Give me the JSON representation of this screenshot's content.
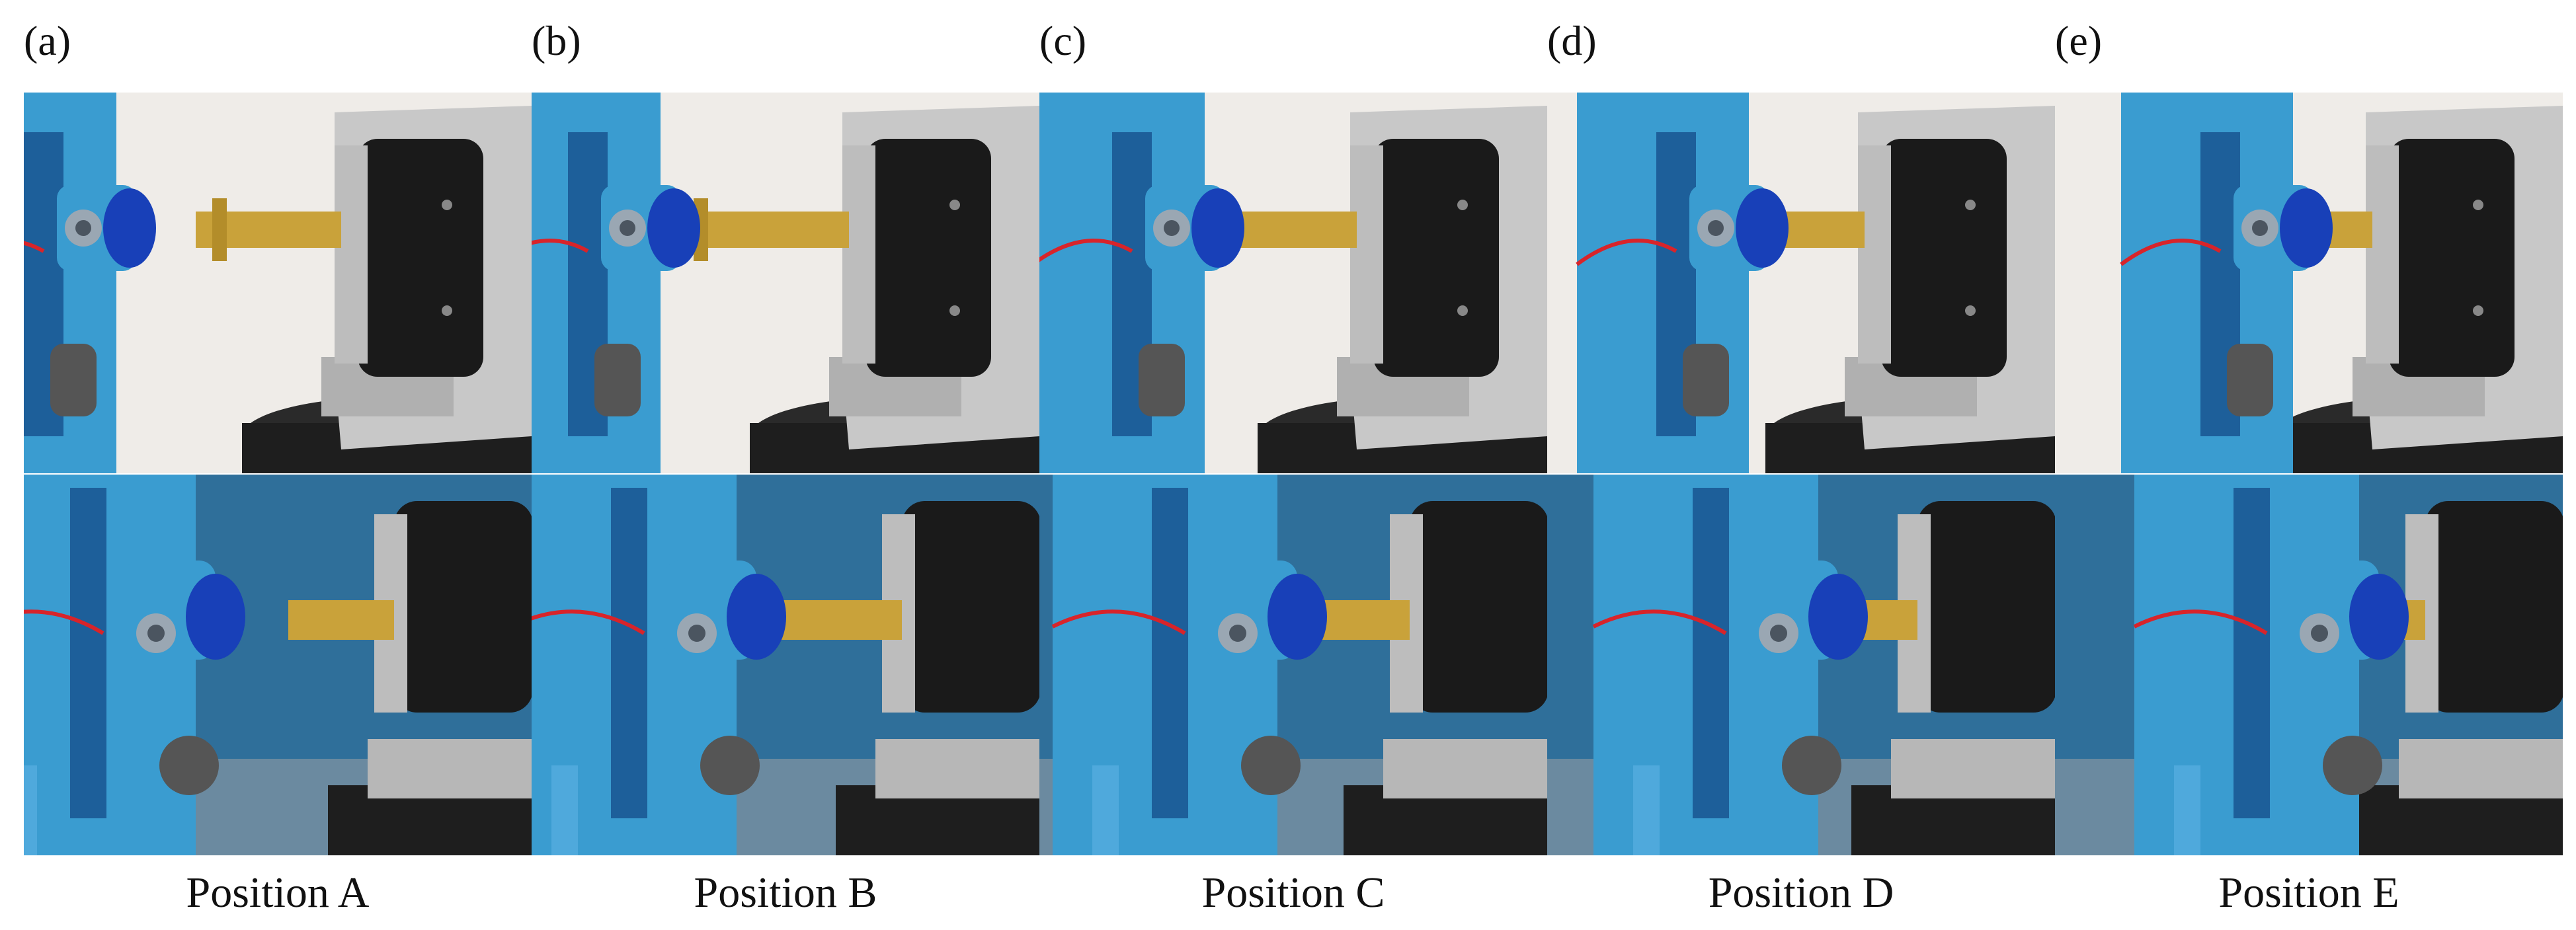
{
  "panels": [
    {
      "label": "(a)",
      "caption": "Position A",
      "insertion": 0.0
    },
    {
      "label": "(b)",
      "caption": "Position B",
      "insertion": 0.25
    },
    {
      "label": "(c)",
      "caption": "Position C",
      "insertion": 0.5
    },
    {
      "label": "(d)",
      "caption": "Position D",
      "insertion": 0.75
    },
    {
      "label": "(e)",
      "caption": "Position E",
      "insertion": 1.0
    }
  ],
  "colors": {
    "mechanism_blue": "#3a9cd0",
    "mechanism_dark_blue": "#1d5f9a",
    "deep_blue_socket": "#1840b8",
    "brass_shaft": "#c9a23a",
    "black_ring": "#1a1a1a",
    "aluminum": "#c8c8c8",
    "wire_red": "#d8242a",
    "background_light": "#efece8",
    "background_blue": "#2f6f9a"
  }
}
